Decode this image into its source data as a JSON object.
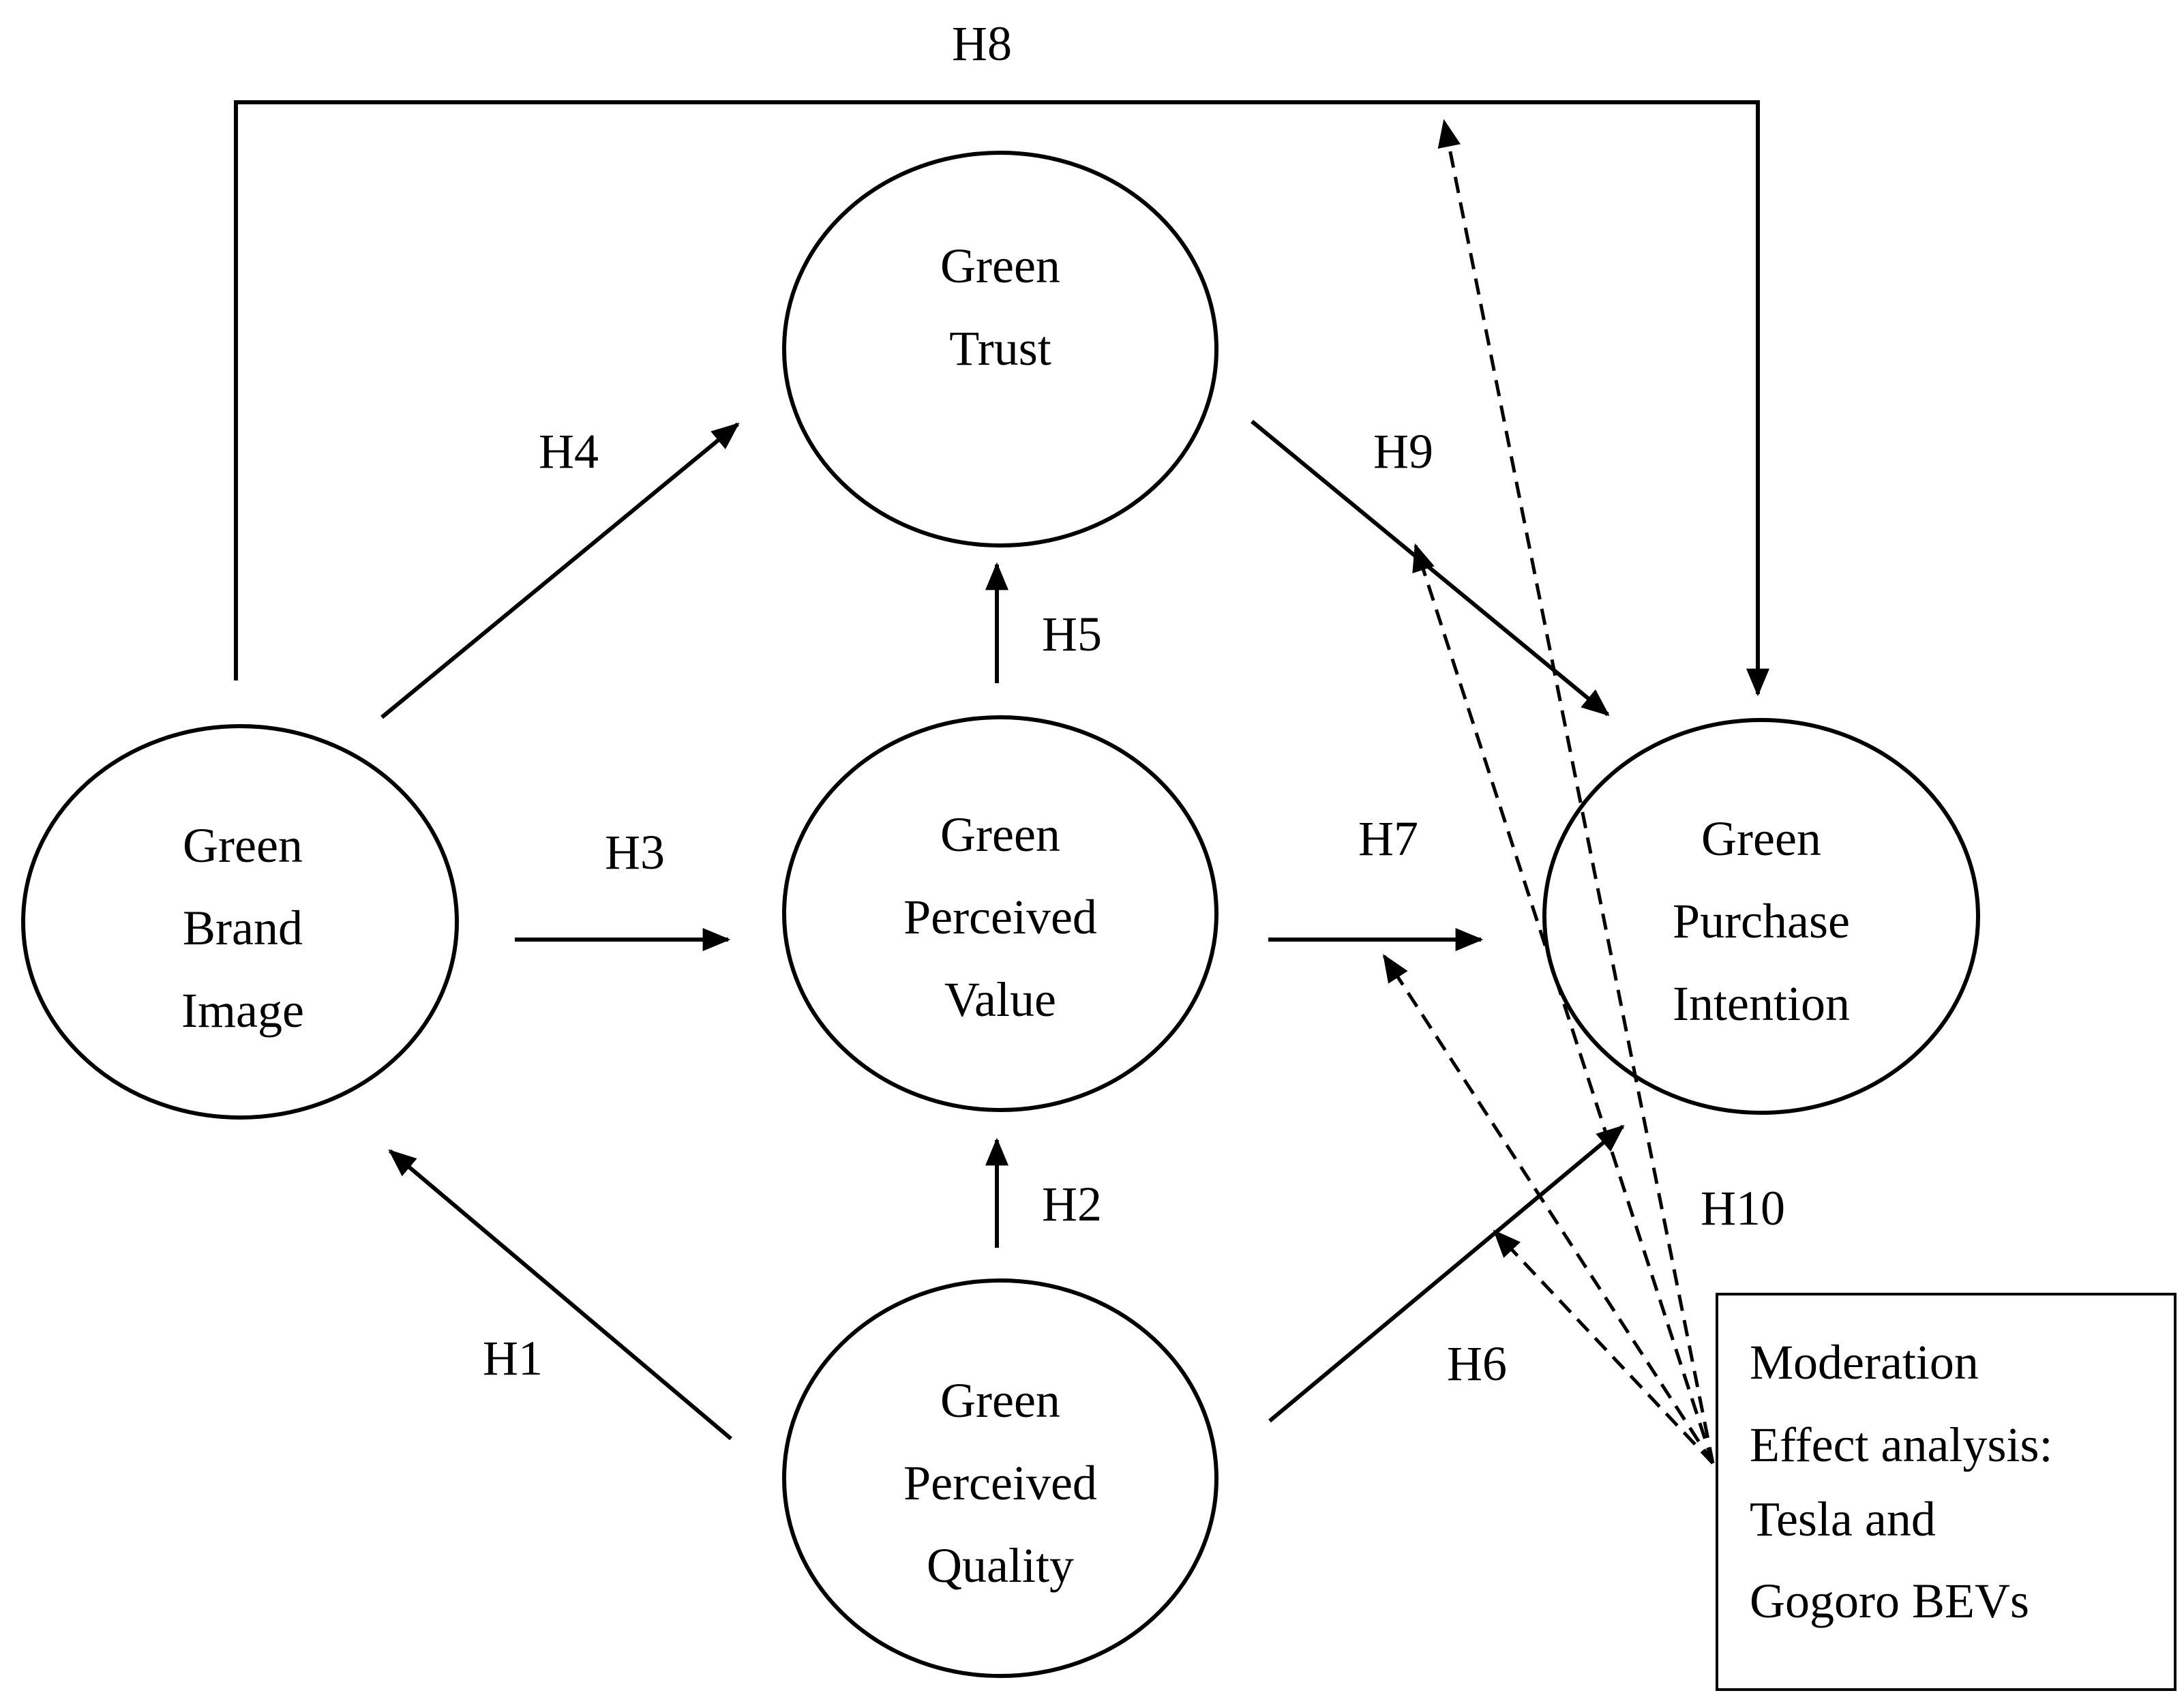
{
  "nodes": {
    "green_trust": [
      "Green",
      "Trust"
    ],
    "green_brand_image": [
      "Green",
      "Brand",
      "Image"
    ],
    "green_perceived_value": [
      "Green",
      "Perceived",
      "Value"
    ],
    "green_purchase_intention": [
      "Green",
      "Purchase",
      "Intention"
    ],
    "green_perceived_quality": [
      "Green",
      "Perceived",
      "Quality"
    ]
  },
  "hypotheses": {
    "h1": "H1",
    "h2": "H2",
    "h3": "H3",
    "h4": "H4",
    "h5": "H5",
    "h6": "H6",
    "h7": "H7",
    "h8": "H8",
    "h9": "H9",
    "h10": "H10"
  },
  "moderation_box": [
    "Moderation",
    "Effect analysis:",
    "Tesla and",
    "Gogoro BEVs"
  ]
}
